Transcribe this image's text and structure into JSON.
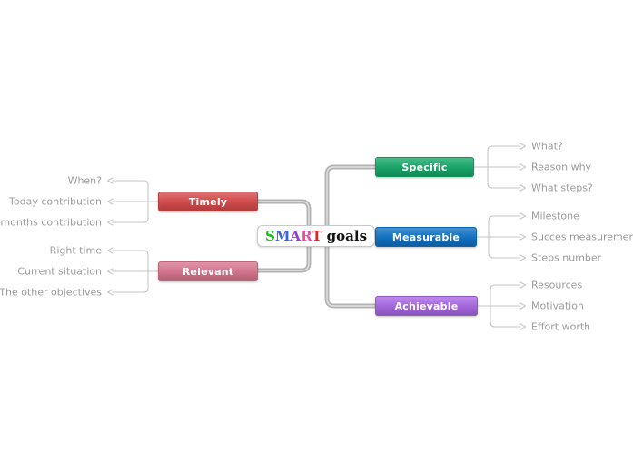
{
  "diagram": {
    "type": "mindmap",
    "background_color": "#ffffff",
    "trunk_color": "#b3b3b3",
    "trunk_highlight_color": "#e2e2e2",
    "child_line_color": "#c6c6c6",
    "subtopic_text_color": "#9b9b9b"
  },
  "center_node": {
    "letters": [
      {
        "char": "S",
        "color": "#2ab32a"
      },
      {
        "char": "M",
        "color": "#3b63d8"
      },
      {
        "char": "A",
        "color": "#8a3fd6"
      },
      {
        "char": "R",
        "color": "#ed4d97"
      },
      {
        "char": "T",
        "color": "#de2626"
      }
    ],
    "suffix": " goals",
    "suffix_color": "#111111"
  },
  "branches": [
    {
      "label": "Specific",
      "side": "right",
      "color": "#17a768",
      "children": [
        "What?",
        "Reason why",
        "What steps?"
      ]
    },
    {
      "label": "Measurable",
      "side": "right",
      "color": "#1172c4",
      "children": [
        "Milestone",
        "Succes measurement",
        "Steps number"
      ]
    },
    {
      "label": "Achievable",
      "side": "right",
      "color": "#a767e0",
      "children": [
        "Resources",
        "Motivation",
        "Effort worth"
      ]
    },
    {
      "label": "Timely",
      "side": "left",
      "color": "#d44a4a",
      "children": [
        "When?",
        "Today contribution",
        "Two months contribution"
      ]
    },
    {
      "label": "Relevant",
      "side": "left",
      "color": "#d5758e",
      "children": [
        "Right time",
        "Current situation",
        "The other objectives"
      ]
    }
  ]
}
